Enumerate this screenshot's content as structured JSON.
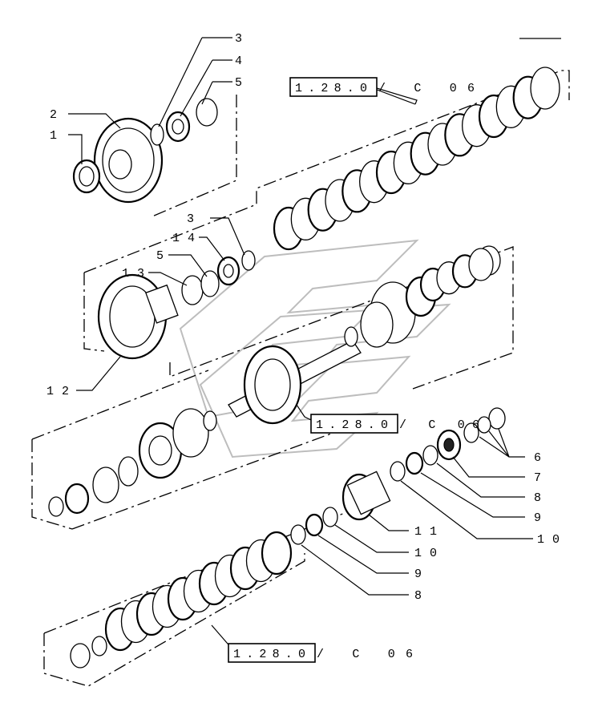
{
  "diagram": {
    "references": [
      {
        "id": "ref-top",
        "box_text": "1.28.0",
        "suffix": "/ C 06"
      },
      {
        "id": "ref-middle",
        "box_text": "1.28.0",
        "suffix": "/ C 06"
      },
      {
        "id": "ref-bottom",
        "box_text": "1.28.0",
        "suffix": "/ C 06"
      }
    ],
    "callouts": [
      {
        "id": "c1",
        "text": "1"
      },
      {
        "id": "c2",
        "text": "2"
      },
      {
        "id": "c3a",
        "text": "3"
      },
      {
        "id": "c4",
        "text": "4"
      },
      {
        "id": "c5a",
        "text": "5"
      },
      {
        "id": "c3b",
        "text": "3"
      },
      {
        "id": "c14",
        "text": "14"
      },
      {
        "id": "c5b",
        "text": "5"
      },
      {
        "id": "c13",
        "text": "13"
      },
      {
        "id": "c12",
        "text": "12"
      },
      {
        "id": "c6",
        "text": "6"
      },
      {
        "id": "c7",
        "text": "7"
      },
      {
        "id": "c8a",
        "text": "8"
      },
      {
        "id": "c9a",
        "text": "9"
      },
      {
        "id": "c10a",
        "text": "10"
      },
      {
        "id": "c11",
        "text": "11"
      },
      {
        "id": "c10b",
        "text": "10"
      },
      {
        "id": "c9b",
        "text": "9"
      },
      {
        "id": "c8b",
        "text": "8"
      }
    ]
  }
}
